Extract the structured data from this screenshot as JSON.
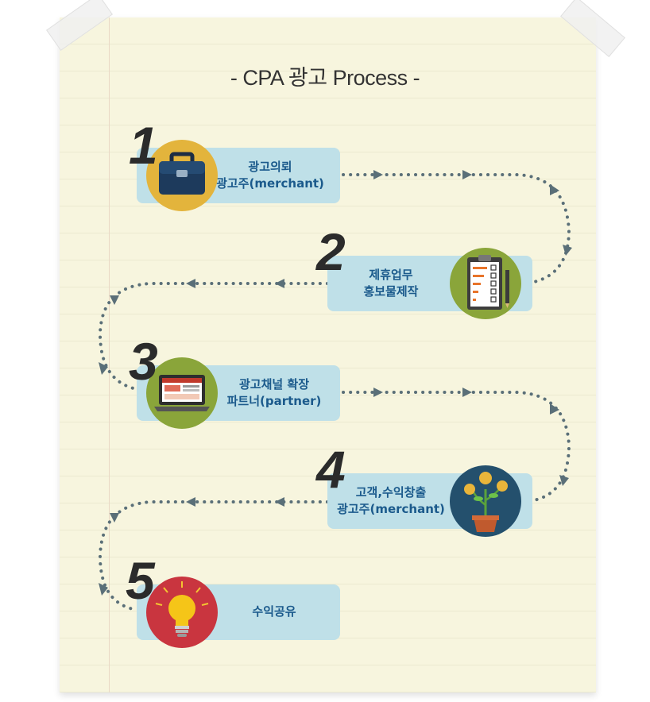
{
  "title": "- CPA 광고 Process -",
  "steps": [
    {
      "number": "1",
      "line1": "광고의뢰",
      "line2": "광고주(merchant)",
      "icon": "briefcase-icon",
      "circle_color": "#e3b43c"
    },
    {
      "number": "2",
      "line1": "제휴업무",
      "line2": "홍보물제작",
      "icon": "clipboard-checklist-icon",
      "circle_color": "#8aa53a"
    },
    {
      "number": "3",
      "line1": "광고채널 확장",
      "line2": "파트너(partner)",
      "icon": "laptop-icon",
      "circle_color": "#8aa53a"
    },
    {
      "number": "4",
      "line1": "고객,수익창출",
      "line2": "광고주(merchant)",
      "icon": "money-plant-icon",
      "circle_color": "#24506d"
    },
    {
      "number": "5",
      "line1": "수익공유",
      "line2": "",
      "icon": "lightbulb-icon",
      "circle_color": "#c9353f"
    }
  ],
  "colors": {
    "card": "#bfe0e8",
    "card_text": "#1b5a8c",
    "connector": "#5a6f78",
    "paper": "#f7f5de"
  }
}
